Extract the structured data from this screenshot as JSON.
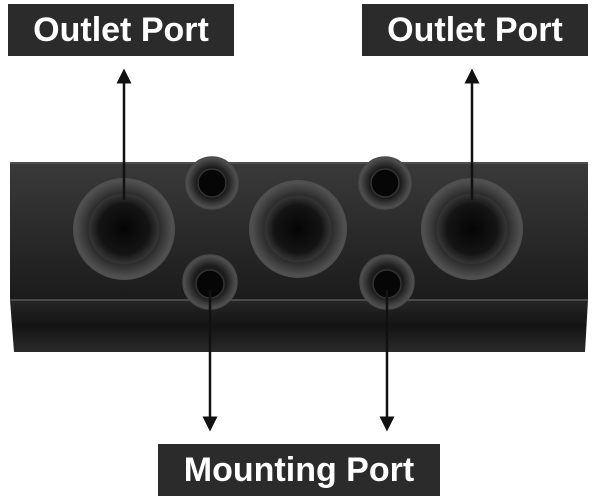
{
  "labels": {
    "outlet_left": "Outlet Port",
    "outlet_right": "Outlet Port",
    "mounting": "Mounting Port"
  },
  "colors": {
    "label_background": "#2b2b2b",
    "label_text": "#ffffff",
    "block_body": "#1e1e1e",
    "arrow": "#111111"
  }
}
